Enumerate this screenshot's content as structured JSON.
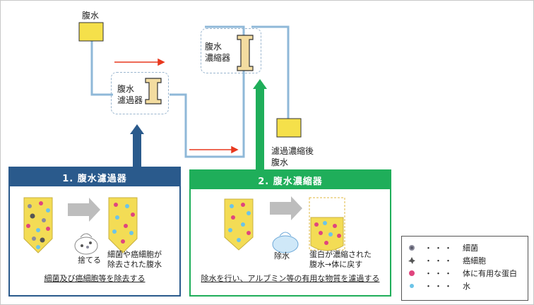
{
  "labels": {
    "ascites_top": "腹水",
    "filter_line1": "腹水",
    "filter_line2": "濾過器",
    "conc_line1": "腹水",
    "conc_line2": "濃縮器",
    "output_line1": "濾過濃縮後",
    "output_line2": "腹水"
  },
  "panel1": {
    "title": "1. 腹水濾過器",
    "discard": "捨てる",
    "result_line1": "細菌や癌細胞が",
    "result_line2": "除去された腹水",
    "footer": "細菌及び癌細胞等を除去する",
    "color": "#2a5a8c"
  },
  "panel2": {
    "title": "2. 腹水濃縮器",
    "water": "除水",
    "result_line1": "蛋白が濃縮された",
    "result_line2": "腹水→体に戻す",
    "footer": "除水を行い、アルブミン等の有用な物質を濾過する",
    "color": "#1fae5a"
  },
  "legend": {
    "items": [
      {
        "dots": "・・・",
        "label": "細菌"
      },
      {
        "dots": "・・・",
        "label": "癌細胞"
      },
      {
        "dots": "・・・",
        "label": "体に有用な蛋白"
      },
      {
        "dots": "・・・",
        "label": "水"
      }
    ]
  },
  "colors": {
    "tube": "#8fb8d8",
    "fluid": "#f3dc55",
    "device": "#f3dca0",
    "flow_arrow": "#e8381e",
    "bacteria": "#8c8c9c",
    "cancer": "#555555",
    "protein": "#e0457e",
    "water": "#6cc4e8"
  }
}
